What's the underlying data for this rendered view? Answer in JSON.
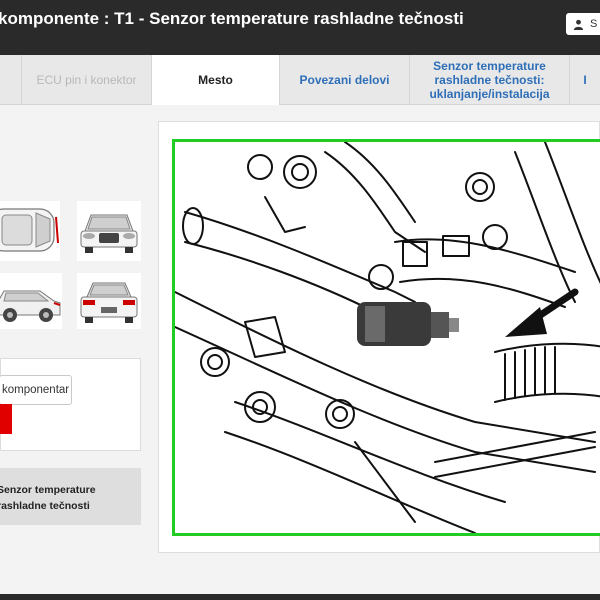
{
  "header": {
    "title": "komponente : T1 - Senzor temperature rashladne tečnosti",
    "user_button_label": "S",
    "user_icon": "user-icon"
  },
  "tabs": [
    {
      "label": "ECU pin i konektor",
      "state": "disabled"
    },
    {
      "label": "Mesto",
      "state": "active"
    },
    {
      "label": "Povezani delovi",
      "state": "link"
    },
    {
      "label": "Senzor temperature rashladne tečnosti: uklanjanje/instalacija",
      "state": "link"
    }
  ],
  "left_panel": {
    "car_views": [
      "car-top-view",
      "car-front-view",
      "car-side-view",
      "car-rear-view"
    ],
    "component_button_label": "komponentar",
    "selected_component_label": "Senzor temperature rashladne tečnosti"
  },
  "diagram": {
    "description_icon": "engine-line-drawing",
    "highlight_color": "#22cc22",
    "arrow": "pointer-arrow-icon"
  },
  "colors": {
    "header_bg": "#2a2a2a",
    "link": "#2f6fb8",
    "accent_red": "#e00000",
    "frame_green": "#22cc22"
  }
}
